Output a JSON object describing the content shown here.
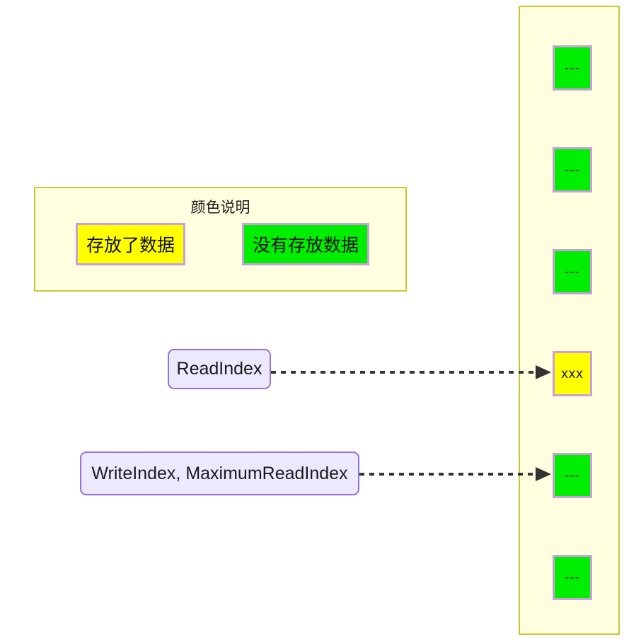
{
  "diagram": {
    "title_hidden": "",
    "colors": {
      "filled_cell": "#FFFF00",
      "empty_cell": "#00EE00",
      "cell_border": "#C9A0DC",
      "panel_background": "#FFFFE0",
      "panel_border": "#C8C838",
      "pointer_box_background": "#ECE8FD",
      "pointer_box_border": "#9673D3",
      "arrow": "#333333"
    }
  },
  "legend": {
    "title": "颜色说明",
    "items": [
      {
        "label": "存放了数据",
        "color": "#FFFF00"
      },
      {
        "label": "没有存放数据",
        "color": "#00EE00"
      }
    ]
  },
  "buffer": {
    "slots": [
      {
        "text": "---",
        "state": "empty"
      },
      {
        "text": "---",
        "state": "empty"
      },
      {
        "text": "---",
        "state": "empty"
      },
      {
        "text": "xxx",
        "state": "filled"
      },
      {
        "text": "---",
        "state": "empty"
      },
      {
        "text": "---",
        "state": "empty"
      }
    ]
  },
  "pointers": [
    {
      "label": "ReadIndex",
      "target_slot_index": 3
    },
    {
      "label": "WriteIndex, MaximumReadIndex",
      "target_slot_index": 4
    }
  ]
}
